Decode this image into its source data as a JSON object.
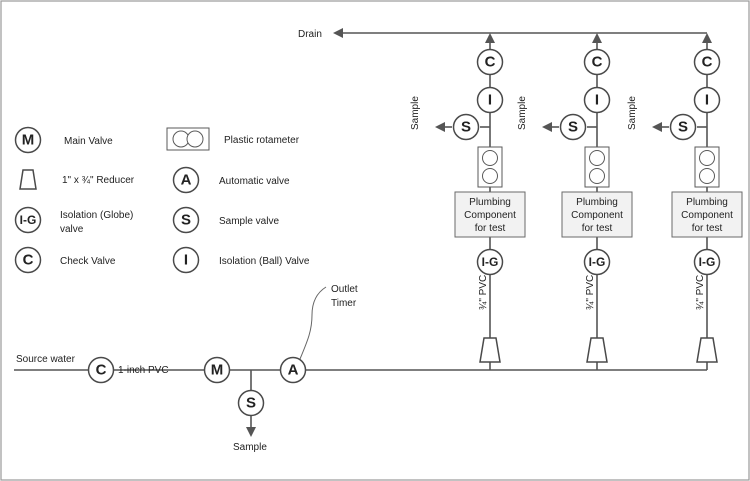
{
  "labels": {
    "drain": "Drain",
    "source_water": "Source water",
    "pipe_1inch": "1-inch PVC",
    "sample_bottom": "Sample",
    "outlet_timer_line1": "Outlet",
    "outlet_timer_line2": "Timer",
    "sample_branch": "Sample",
    "pvc_3_4": "¾\" PVC",
    "component_line1": "Plumbing",
    "component_line2": "Component",
    "component_line3": "for test"
  },
  "symbols": {
    "main": "M",
    "check": "C",
    "ball": "I",
    "sample": "S",
    "globe": "I-G",
    "automatic": "A"
  },
  "legend": [
    {
      "symbol": "M",
      "text": "Main Valve"
    },
    {
      "symbol": "reducer",
      "text": "1\" x ¾\" Reducer"
    },
    {
      "symbol": "I-G",
      "text_line1": "Isolation (Globe)",
      "text_line2": "valve"
    },
    {
      "symbol": "C",
      "text": "Check Valve"
    },
    {
      "symbol": "rotameter",
      "text": "Plastic rotameter"
    },
    {
      "symbol": "A",
      "text": "Automatic valve"
    },
    {
      "symbol": "S",
      "text": "Sample valve"
    },
    {
      "symbol": "I",
      "text": "Isolation (Ball) Valve"
    }
  ],
  "branch_count": 3
}
